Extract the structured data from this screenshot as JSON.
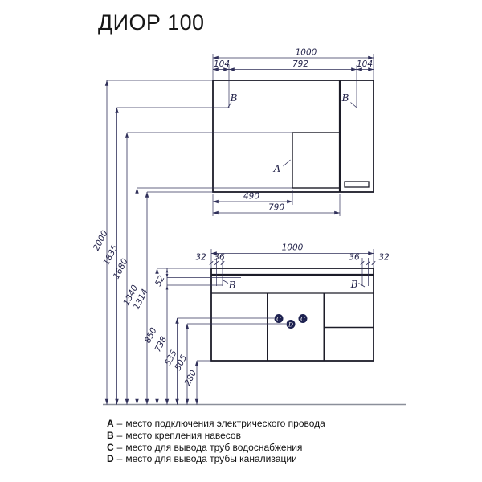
{
  "title": "ДИОР 100",
  "drawing": {
    "mirror": {
      "dim_total": "1000",
      "dim_left": "104",
      "dim_center": "792",
      "dim_right": "104",
      "dim_hatch_left": "490",
      "dim_hatch_right": "790",
      "label_hinge_left": "B",
      "label_hinge_right": "B",
      "label_electrical": "A"
    },
    "vanity": {
      "dim_total": "1000",
      "dim_edge_left": "32",
      "dim_hinge_left": "36",
      "dim_hinge_right": "36",
      "dim_edge_right": "32",
      "dim_top_rail": "52",
      "label_hinge_left": "B",
      "label_hinge_right": "B",
      "label_water_left": "C",
      "label_drain": "D",
      "label_water_right": "C"
    },
    "heights": [
      {
        "label": "2000"
      },
      {
        "label": "1835"
      },
      {
        "label": "1680"
      },
      {
        "label": "1340"
      },
      {
        "label": "1314"
      },
      {
        "label": "850"
      },
      {
        "label": "738"
      },
      {
        "label": "535"
      },
      {
        "label": "505"
      },
      {
        "label": "280"
      }
    ]
  },
  "legend": {
    "separator": "–",
    "items": [
      {
        "letter": "A",
        "text": "место подключения электрического провода"
      },
      {
        "letter": "B",
        "text": "место крепления навесов"
      },
      {
        "letter": "C",
        "text": "место для вывода труб водоснабжения"
      },
      {
        "letter": "D",
        "text": "место для вывода трубы канализации"
      }
    ]
  },
  "colors": {
    "outline": "#1c1c28",
    "dimension": "#30305a",
    "marker_fill": "#1d2150",
    "text": "#121212"
  }
}
